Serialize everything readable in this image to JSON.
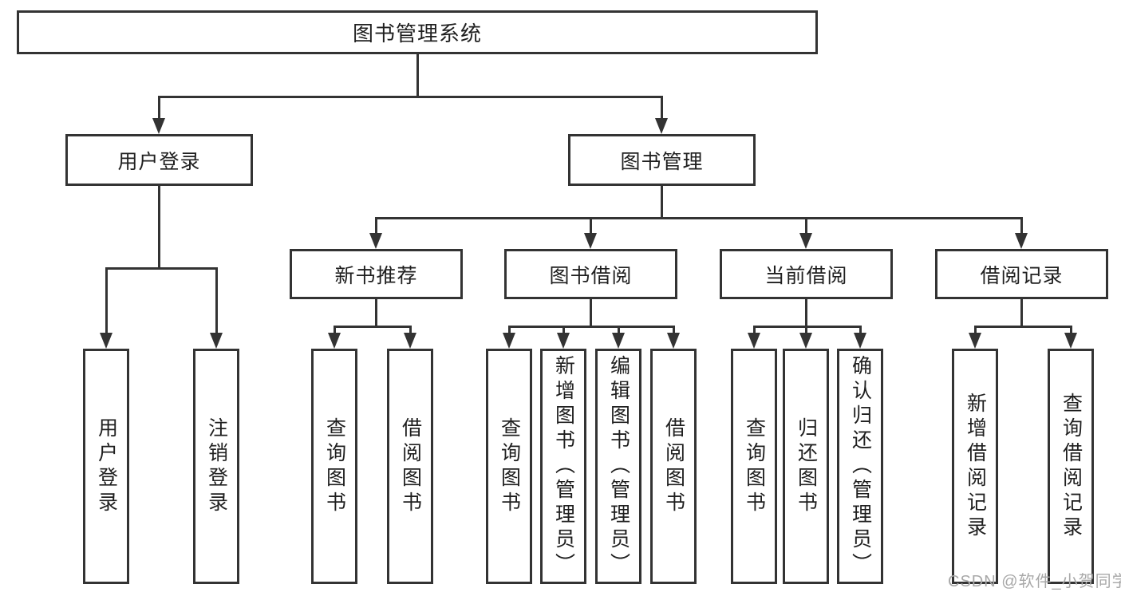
{
  "tree": {
    "root": {
      "label": "图书管理系统",
      "children": [
        {
          "label": "用户登录",
          "children": [
            {
              "label": "用户登录"
            },
            {
              "label": "注销登录"
            }
          ]
        },
        {
          "label": "图书管理",
          "children": [
            {
              "label": "新书推荐",
              "children": [
                {
                  "label": "查询图书"
                },
                {
                  "label": "借阅图书"
                }
              ]
            },
            {
              "label": "图书借阅",
              "children": [
                {
                  "label": "查询图书"
                },
                {
                  "label": "新增图书（管理员）"
                },
                {
                  "label": "编辑图书（管理员）"
                },
                {
                  "label": "借阅图书"
                }
              ]
            },
            {
              "label": "当前借阅",
              "children": [
                {
                  "label": "查询图书"
                },
                {
                  "label": "归还图书"
                },
                {
                  "label": "确认归还（管理员）"
                }
              ]
            },
            {
              "label": "借阅记录",
              "children": [
                {
                  "label": "新增借阅记录"
                },
                {
                  "label": "查询借阅记录"
                }
              ]
            }
          ]
        }
      ]
    }
  },
  "watermark": {
    "text": "CSDN @软件_小贺同学"
  },
  "colors": {
    "line": "#333333",
    "text": "#1f1f1f",
    "background": "#ffffff",
    "watermark": "#a8a8a8"
  }
}
